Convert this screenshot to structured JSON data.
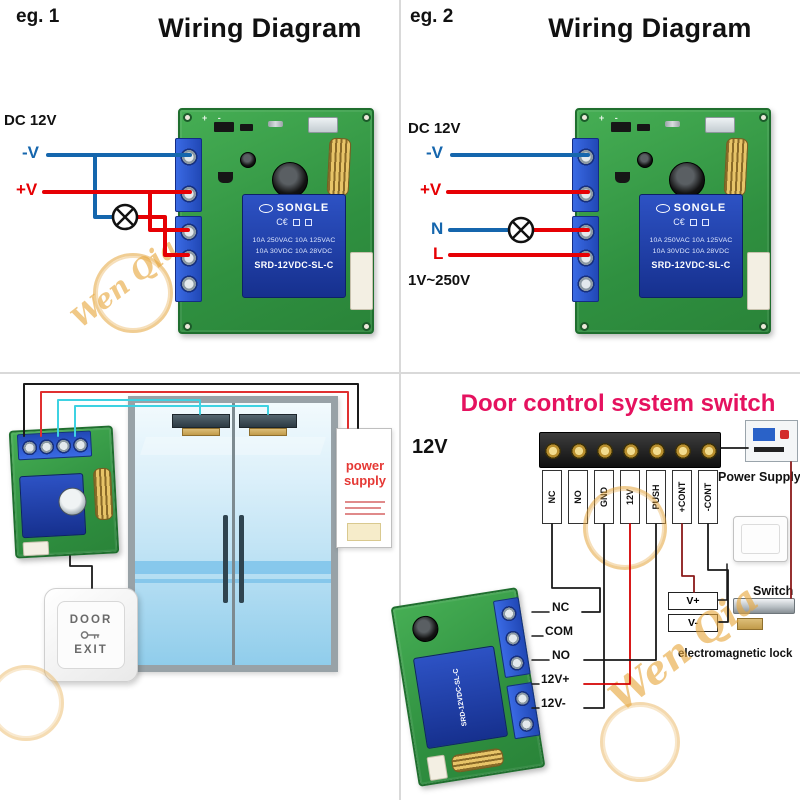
{
  "watermark_text": "Wen Qia",
  "relay_module": {
    "silk_marks": "+ -",
    "brand": "SONGLE",
    "cert_marks": "C€",
    "rating_line1": "10A 250VAC 10A 125VAC",
    "rating_line2": "10A 30VDC 10A 28VDC",
    "model": "SRD-12VDC-SL-C"
  },
  "panel_eg1": {
    "tag": "eg. 1",
    "title": "Wiring Diagram",
    "supply_label": "DC 12V",
    "wire_negative": "-V",
    "wire_positive": "+V"
  },
  "panel_eg2": {
    "tag": "eg. 2",
    "title": "Wiring Diagram",
    "supply_label": "DC 12V",
    "wire_negative": "-V",
    "wire_positive": "+V",
    "wire_neutral": "N",
    "wire_live": "L",
    "load_voltage_range": "1V~250V"
  },
  "panel_door_system": {
    "power_supply_label": "power supply",
    "exit_button_line1": "DOOR",
    "exit_button_line2": "EXIT"
  },
  "panel_control": {
    "title": "Door control system switch",
    "supply_label": "12V",
    "strip_labels": [
      "NC",
      "NO",
      "GND",
      "12V",
      "PUSH",
      "+CONT",
      "-CONT"
    ],
    "power_supply_label": "Power Supply",
    "switch_label": "Switch",
    "switch_terminal_plus": "V+",
    "switch_terminal_minus": "V-",
    "lock_label": "electromagnetic lock",
    "relay_pin_labels": [
      "NC",
      "COM",
      "NO",
      "12V+",
      "12V-"
    ]
  },
  "colors": {
    "wire_blue": "#1566ad",
    "wire_red": "#e60004",
    "wire_cyan": "#3ed2e2",
    "pcb_green": "#349a44",
    "relay_blue": "#1d3ba6",
    "control_title_pink": "#e5125f",
    "watermark_gold": "#e2a43a"
  }
}
